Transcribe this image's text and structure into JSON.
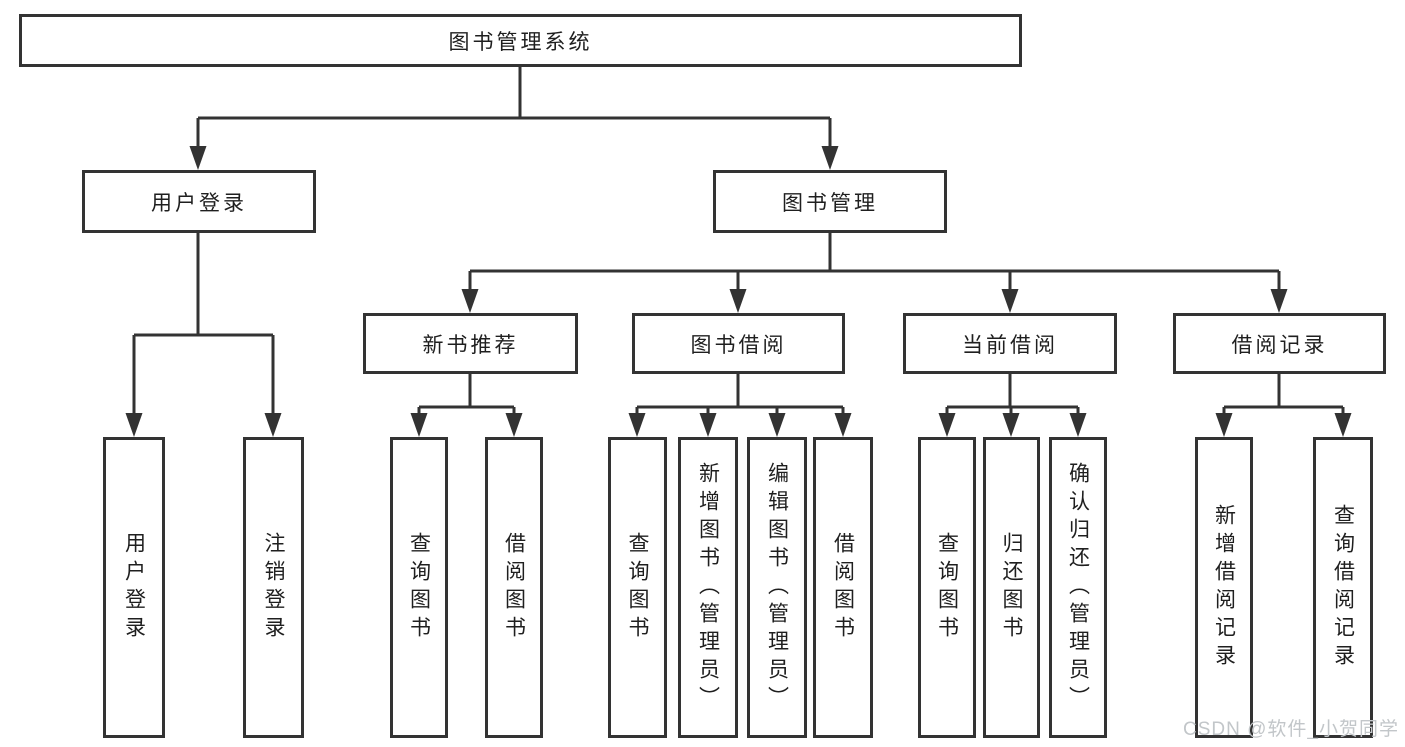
{
  "tree": {
    "label": "图书管理系统",
    "children": [
      {
        "label": "用户登录",
        "children": [
          {
            "label": "用户登录"
          },
          {
            "label": "注销登录"
          }
        ]
      },
      {
        "label": "图书管理",
        "children": [
          {
            "label": "新书推荐",
            "children": [
              {
                "label": "查询图书"
              },
              {
                "label": "借阅图书"
              }
            ]
          },
          {
            "label": "图书借阅",
            "children": [
              {
                "label": "查询图书"
              },
              {
                "label": "新增图书（管理员）"
              },
              {
                "label": "编辑图书（管理员）"
              },
              {
                "label": "借阅图书"
              }
            ]
          },
          {
            "label": "当前借阅",
            "children": [
              {
                "label": "查询图书"
              },
              {
                "label": "归还图书"
              },
              {
                "label": "确认归还（管理员）"
              }
            ]
          },
          {
            "label": "借阅记录",
            "children": [
              {
                "label": "新增借阅记录"
              },
              {
                "label": "查询借阅记录"
              }
            ]
          }
        ]
      }
    ]
  },
  "watermark": "CSDN @软件_小贺同学",
  "colors": {
    "line": "#333333",
    "box_border": "#333333",
    "text": "#1f1f1f",
    "watermark": "#c2c6c9",
    "background": "#ffffff"
  }
}
